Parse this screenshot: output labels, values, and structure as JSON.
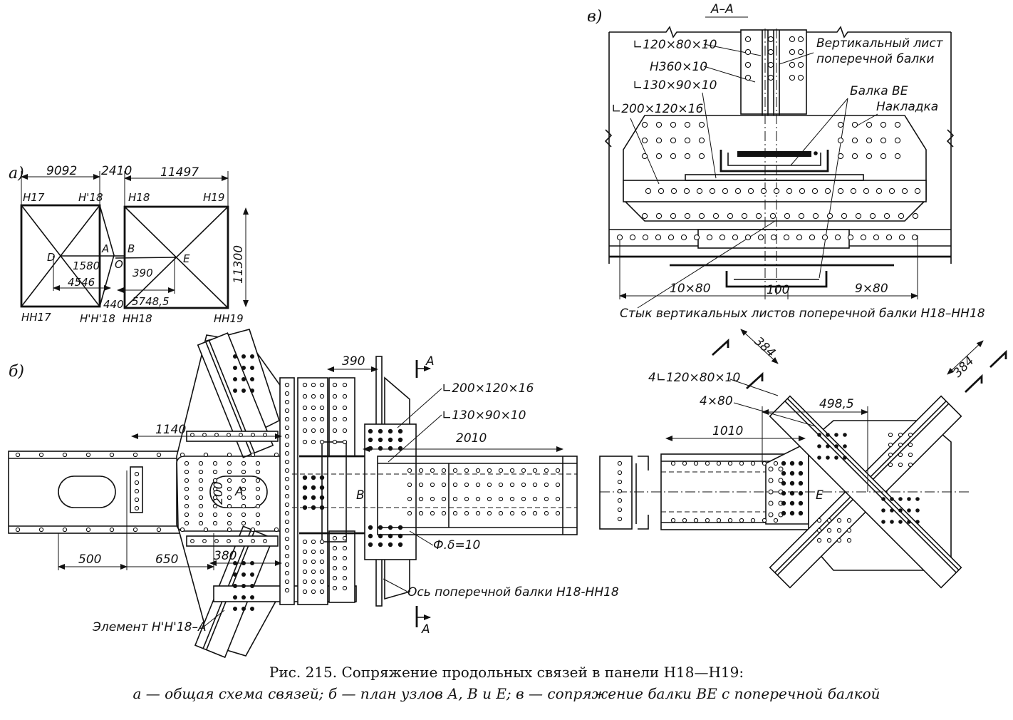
{
  "caption": {
    "title": "Рис. 215. Сопряжение продольных связей в панели Н18—Н19:",
    "subtitle": "а — общая схема связей; б — план узлов А, В и Е; в — сопряжение балки ВЕ с поперечной балкой"
  },
  "panel_a": {
    "label": "а)",
    "dims": {
      "d1": "9092",
      "d2": "2410",
      "d3": "11497",
      "d4": "11300",
      "d5": "1580",
      "d6": "4546",
      "d7": "390",
      "d8": "440",
      "d9": "5748,5"
    },
    "nodes": {
      "n17": "Н17",
      "n18p": "Н'18",
      "n18": "Н18",
      "n19": "Н19",
      "nn17": "НН17",
      "nn18p": "Н'Н'18",
      "nn18": "НН18",
      "nn19": "НН19",
      "D": "D",
      "A": "A",
      "B": "B",
      "O": "O",
      "E": "E"
    }
  },
  "panel_b": {
    "label": "б)",
    "section": "А",
    "labels": {
      "d390": "390",
      "d1140": "1140",
      "d2010": "2010",
      "d200": "200",
      "d500": "500",
      "d650": "650",
      "d380": "380",
      "angle1": "∟200×120×16",
      "angle2": "∟130×90×10",
      "plate": "Ф.δ=10",
      "axis": "Ось поперечной балки Н18-НН18",
      "element": "Элемент Н'Н'18–А",
      "nodeA": "А",
      "nodeB": "В"
    }
  },
  "panel_b2": {
    "labels": {
      "angles": "4∟120×80×10",
      "d384a": "384",
      "d384b": "384",
      "d4x80": "4×80",
      "d498": "498,5",
      "d1010": "1010",
      "nodeE": "Е"
    }
  },
  "panel_v": {
    "label": "в)",
    "section": "А–А",
    "labels": {
      "a1": "∟120×80×10",
      "a2": "Н360×10",
      "a3": "∟130×90×10",
      "a4": "∟200×120×16",
      "sheet1": "Вертикальный лист",
      "sheet2": "поперечной балки",
      "beam": "Балка ВЕ",
      "cover": "Накладка",
      "d10x80": "10×80",
      "d100": "100",
      "d9x80": "9×80",
      "joint": "Стык вертикальных листов поперечной балки Н18–НН18"
    }
  }
}
